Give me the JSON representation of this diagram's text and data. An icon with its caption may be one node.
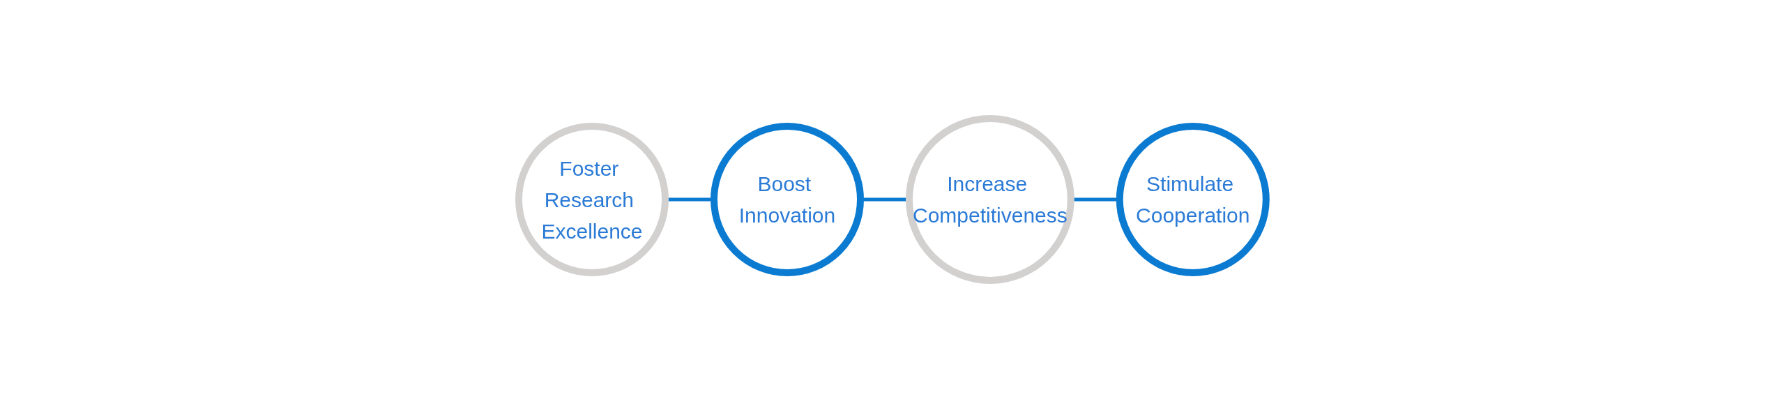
{
  "diagram": {
    "nodes": [
      {
        "text": [
          "Foster Research Excellence"
        ]
      },
      {
        "text": [
          "Boost Innovation"
        ]
      },
      {
        "text": [
          "Increase Competitiveness"
        ]
      },
      {
        "text": [
          "Stimulate Cooperation"
        ]
      }
    ],
    "edges": [
      {
        "from": 0,
        "to": 1,
        "arrow": "none"
      },
      {
        "from": 1,
        "to": 2,
        "arrow": "none"
      },
      {
        "from": 2,
        "to": 3,
        "arrow": "none"
      }
    ]
  }
}
